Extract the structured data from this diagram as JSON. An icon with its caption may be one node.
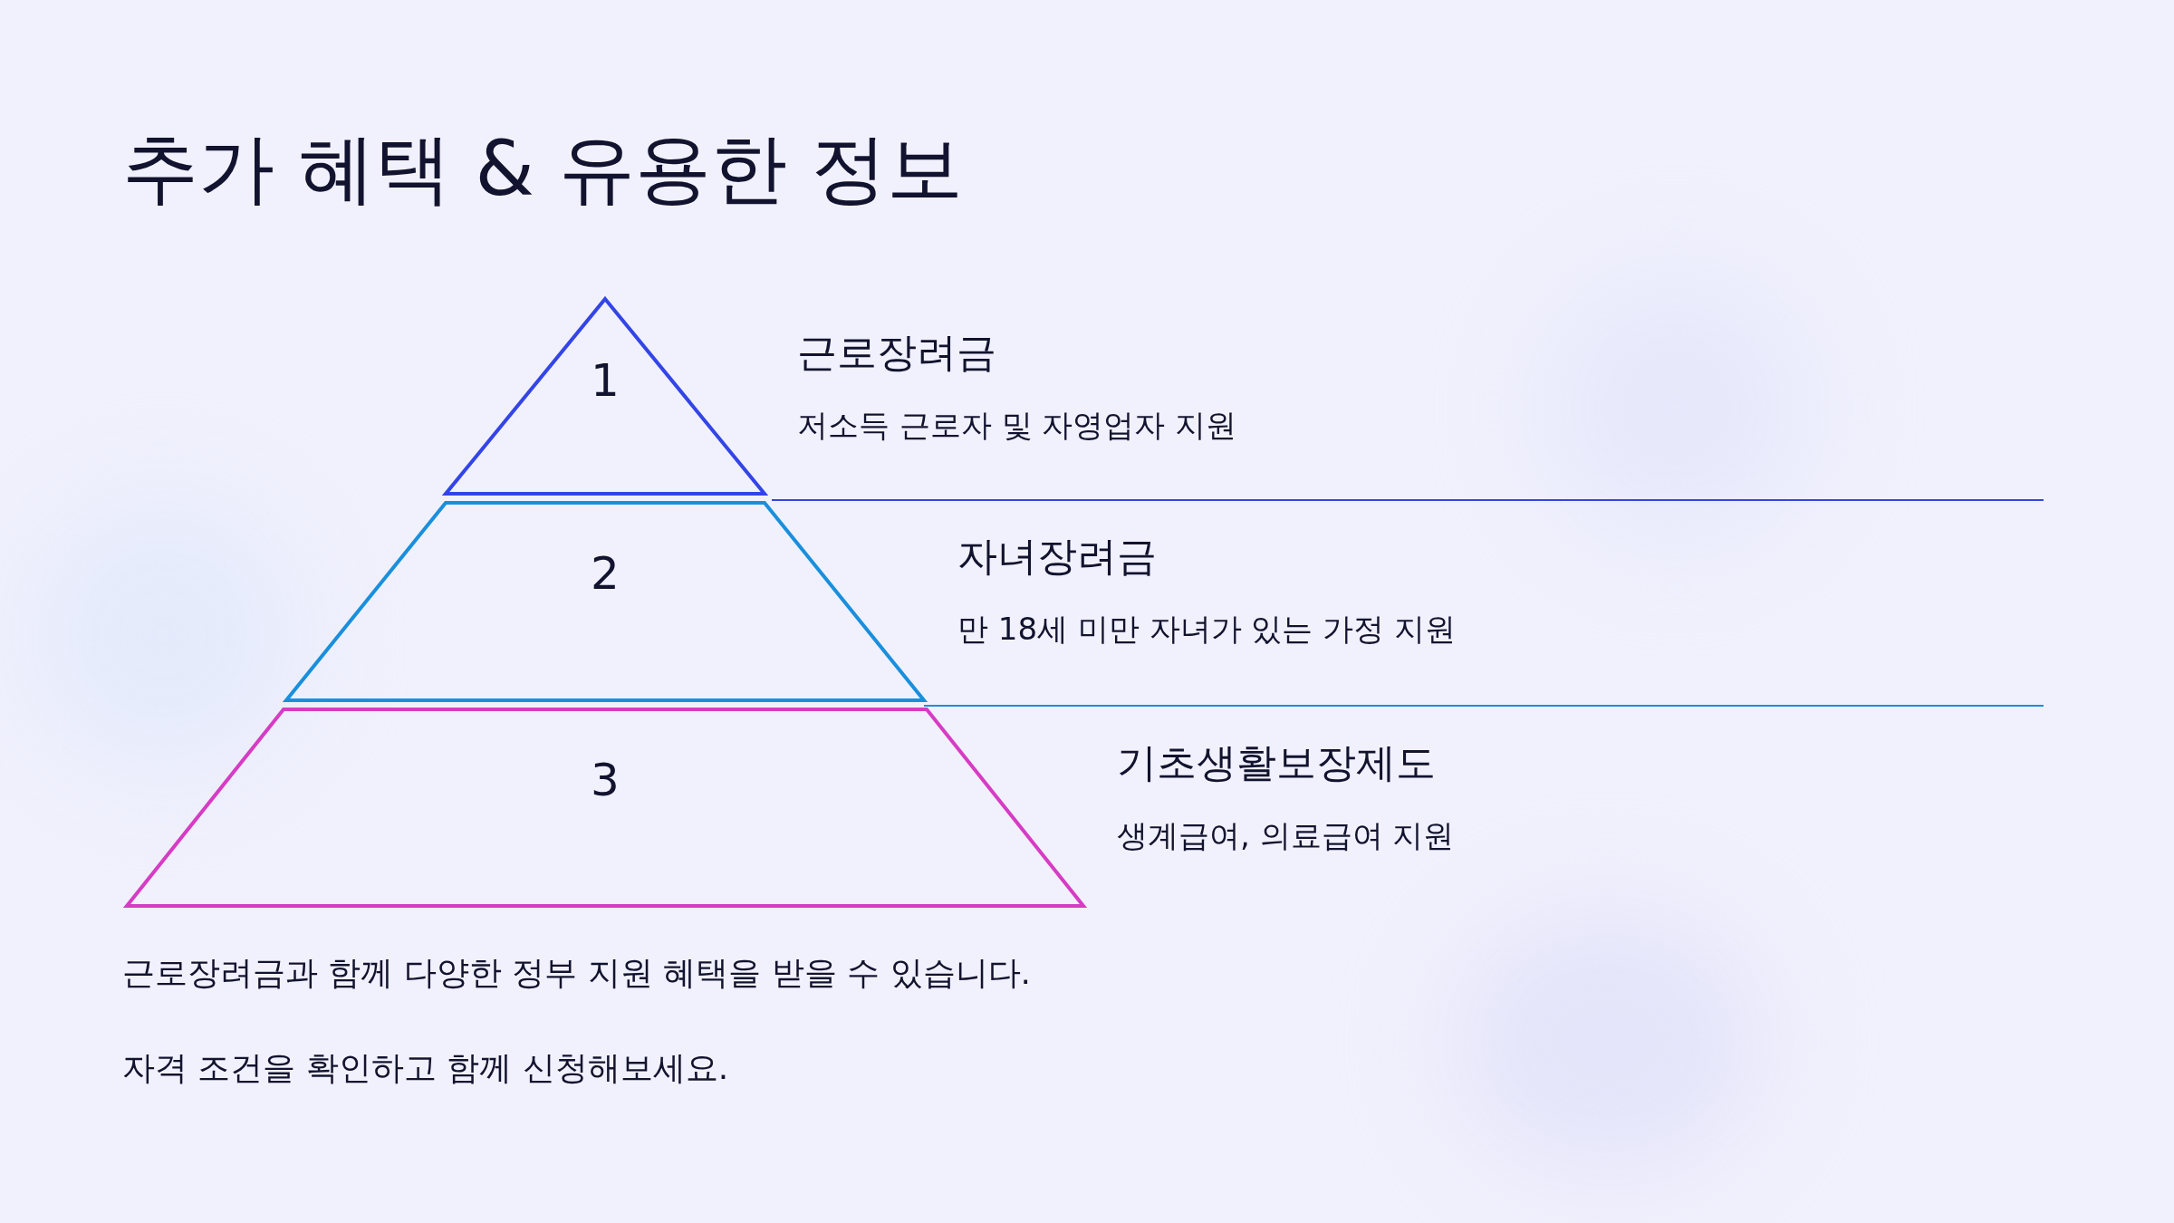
{
  "diagram": {
    "title": "추가 혜택 & 유용한 정보",
    "nodes": [
      {
        "text": [
          "1"
        ],
        "beside": [
          "근로장려금",
          "저소득 근로자 및 자영업자 지원"
        ]
      },
      {
        "text": [
          "2"
        ],
        "beside": [
          "자녀장려금",
          "만 18세 미만 자녀가 있는 가정 지원"
        ]
      },
      {
        "text": [
          "3"
        ],
        "beside": [
          "기초생활보장제도",
          "생계급여, 의료급여 지원"
        ]
      }
    ],
    "labels": [
      "근로장려금과 함께 다양한 정부 지원 혜택을 받을 수 있습니다.",
      "자격 조건을 확인하고 함께 신청해보세요."
    ]
  }
}
